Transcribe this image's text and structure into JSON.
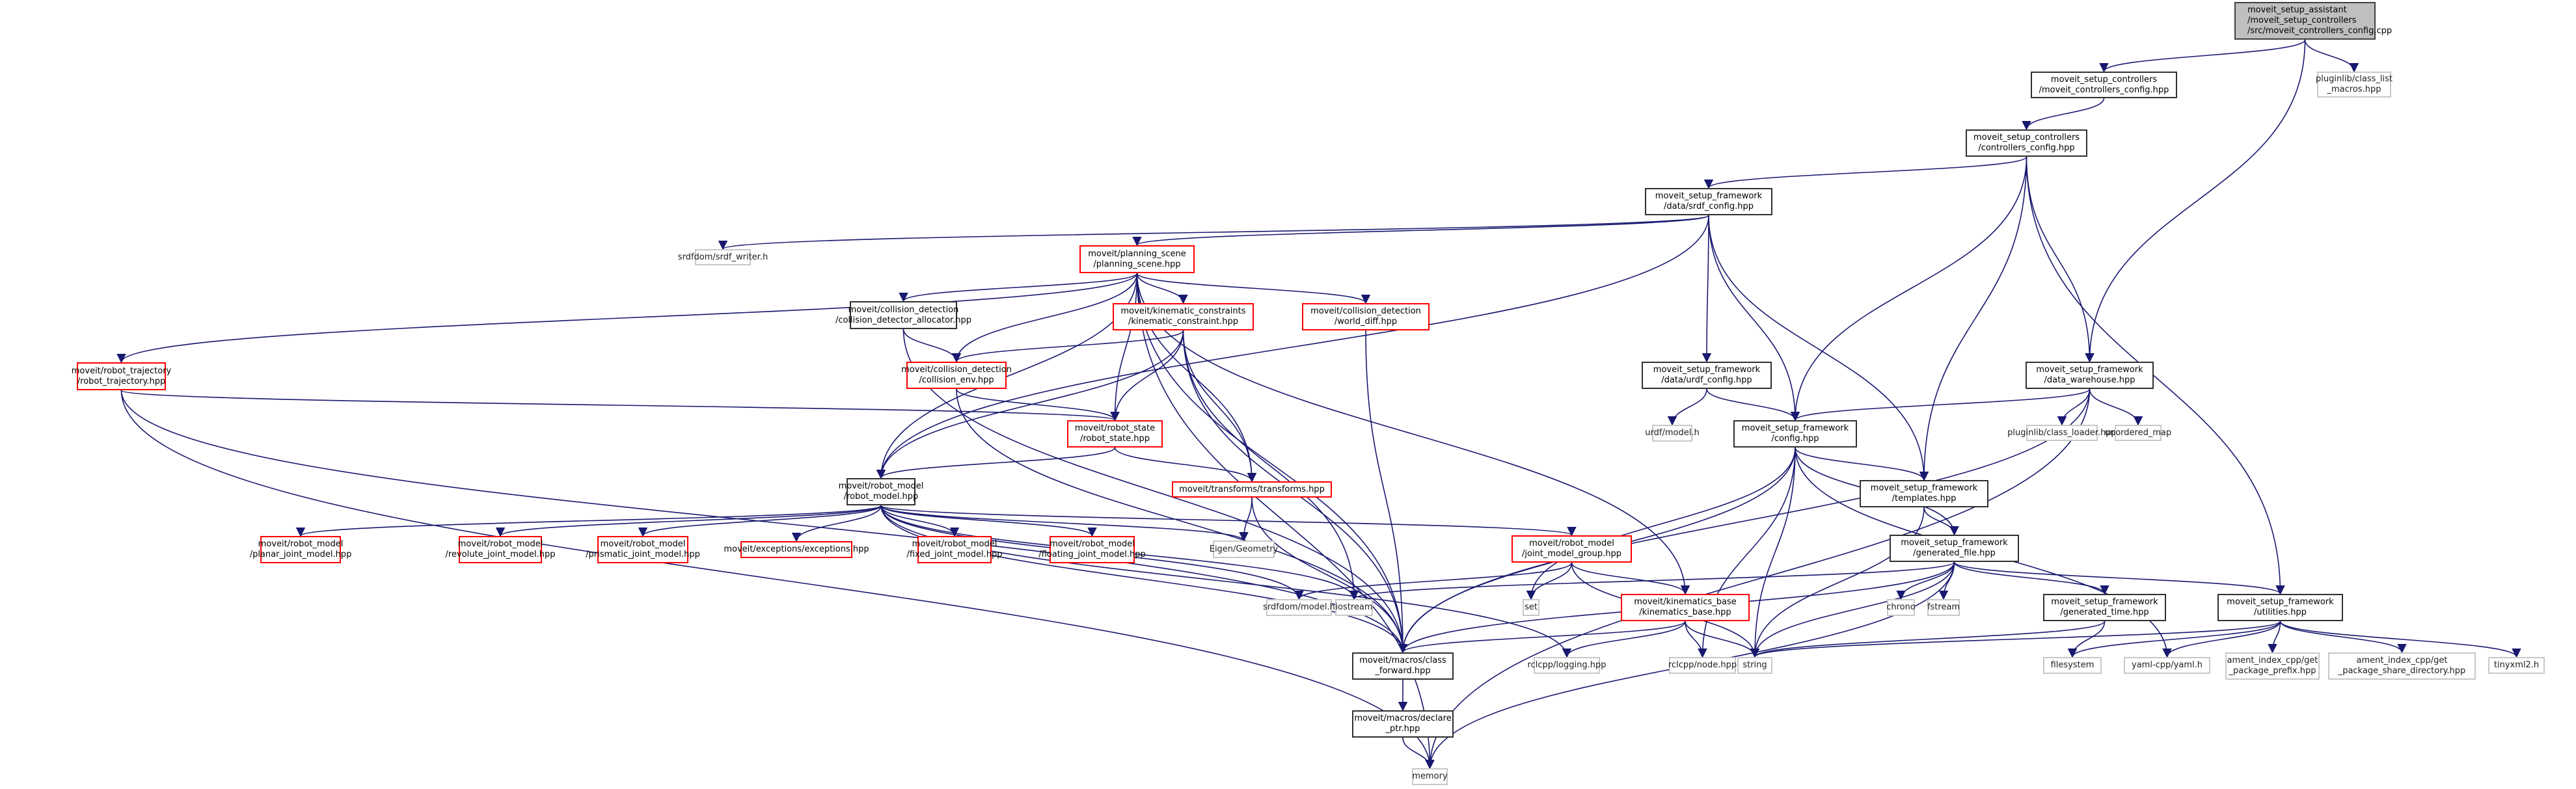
{
  "diagram": {
    "title": "moveit_setup_assistant/moveit_setup_controllers/src/moveit_controllers_config.cpp include dependency graph",
    "colors": {
      "edge": "#191970",
      "root_fill": "#bfbfbf",
      "doc_border": "#303030",
      "incomplete_border": "#ff0000",
      "external_border": "#c8c8c8"
    },
    "nodes": [
      {
        "id": "root",
        "kind": "root",
        "lines": [
          "moveit_setup_assistant",
          "/moveit_setup_controllers",
          "/src/moveit_controllers_config.cpp"
        ]
      },
      {
        "id": "mcc_hpp",
        "kind": "doc",
        "lines": [
          "moveit_setup_controllers",
          "/moveit_controllers_config.hpp"
        ]
      },
      {
        "id": "class_list_macros",
        "kind": "ext",
        "lines": [
          "pluginlib/class_list",
          "_macros.hpp"
        ]
      },
      {
        "id": "controllers_config",
        "kind": "doc",
        "lines": [
          "moveit_setup_controllers",
          "/controllers_config.hpp"
        ]
      },
      {
        "id": "srdf_config",
        "kind": "doc",
        "lines": [
          "moveit_setup_framework",
          "/data/srdf_config.hpp"
        ]
      },
      {
        "id": "srdf_writer",
        "kind": "ext",
        "lines": [
          "srdfdom/srdf_writer.h"
        ]
      },
      {
        "id": "planning_scene",
        "kind": "red",
        "lines": [
          "moveit/planning_scene",
          "/planning_scene.hpp"
        ]
      },
      {
        "id": "collision_detector_allocator",
        "kind": "doc",
        "lines": [
          "moveit/collision_detection",
          "/collision_detector_allocator.hpp"
        ]
      },
      {
        "id": "kinematic_constraint",
        "kind": "red",
        "lines": [
          "moveit/kinematic_constraints",
          "/kinematic_constraint.hpp"
        ]
      },
      {
        "id": "world_diff",
        "kind": "red",
        "lines": [
          "moveit/collision_detection",
          "/world_diff.hpp"
        ]
      },
      {
        "id": "robot_trajectory",
        "kind": "red",
        "lines": [
          "moveit/robot_trajectory",
          "/robot_trajectory.hpp"
        ]
      },
      {
        "id": "collision_env",
        "kind": "red",
        "lines": [
          "moveit/collision_detection",
          "/collision_env.hpp"
        ]
      },
      {
        "id": "robot_state",
        "kind": "red",
        "lines": [
          "moveit/robot_state",
          "/robot_state.hpp"
        ]
      },
      {
        "id": "transforms",
        "kind": "red",
        "lines": [
          "moveit/transforms/transforms.hpp"
        ]
      },
      {
        "id": "robot_model",
        "kind": "doc",
        "lines": [
          "moveit/robot_model",
          "/robot_model.hpp"
        ]
      },
      {
        "id": "urdf_config",
        "kind": "doc",
        "lines": [
          "moveit_setup_framework",
          "/data/urdf_config.hpp"
        ]
      },
      {
        "id": "urdf_model",
        "kind": "ext",
        "lines": [
          "urdf/model.h"
        ]
      },
      {
        "id": "config",
        "kind": "doc",
        "lines": [
          "moveit_setup_framework",
          "/config.hpp"
        ]
      },
      {
        "id": "data_warehouse",
        "kind": "doc",
        "lines": [
          "moveit_setup_framework",
          "/data_warehouse.hpp"
        ]
      },
      {
        "id": "class_loader",
        "kind": "ext",
        "lines": [
          "pluginlib/class_loader.hpp"
        ]
      },
      {
        "id": "unordered_map",
        "kind": "ext",
        "lines": [
          "unordered_map"
        ]
      },
      {
        "id": "templates",
        "kind": "doc",
        "lines": [
          "moveit_setup_framework",
          "/templates.hpp"
        ]
      },
      {
        "id": "planar_joint",
        "kind": "red",
        "lines": [
          "moveit/robot_model",
          "/planar_joint_model.hpp"
        ]
      },
      {
        "id": "revolute_joint",
        "kind": "red",
        "lines": [
          "moveit/robot_model",
          "/revolute_joint_model.hpp"
        ]
      },
      {
        "id": "prismatic_joint",
        "kind": "red",
        "lines": [
          "moveit/robot_model",
          "/prismatic_joint_model.hpp"
        ]
      },
      {
        "id": "exceptions",
        "kind": "red",
        "lines": [
          "moveit/exceptions/exceptions.hpp"
        ]
      },
      {
        "id": "fixed_joint",
        "kind": "red",
        "lines": [
          "moveit/robot_model",
          "/fixed_joint_model.hpp"
        ]
      },
      {
        "id": "floating_joint",
        "kind": "red",
        "lines": [
          "moveit/robot_model",
          "/floating_joint_model.hpp"
        ]
      },
      {
        "id": "eigen_geometry",
        "kind": "ext",
        "lines": [
          "Eigen/Geometry"
        ]
      },
      {
        "id": "joint_model_group",
        "kind": "red",
        "lines": [
          "moveit/robot_model",
          "/joint_model_group.hpp"
        ]
      },
      {
        "id": "generated_file",
        "kind": "doc",
        "lines": [
          "moveit_setup_framework",
          "/generated_file.hpp"
        ]
      },
      {
        "id": "srdfdom_model",
        "kind": "ext",
        "lines": [
          "srdfdom/model.h"
        ]
      },
      {
        "id": "iostream",
        "kind": "ext",
        "lines": [
          "iostream"
        ]
      },
      {
        "id": "set",
        "kind": "ext",
        "lines": [
          "set"
        ]
      },
      {
        "id": "kinematics_base",
        "kind": "red",
        "lines": [
          "moveit/kinematics_base",
          "/kinematics_base.hpp"
        ]
      },
      {
        "id": "chrono",
        "kind": "ext",
        "lines": [
          "chrono"
        ]
      },
      {
        "id": "fstream",
        "kind": "ext",
        "lines": [
          "fstream"
        ]
      },
      {
        "id": "generated_time",
        "kind": "doc",
        "lines": [
          "moveit_setup_framework",
          "/generated_time.hpp"
        ]
      },
      {
        "id": "utilities",
        "kind": "doc",
        "lines": [
          "moveit_setup_framework",
          "/utilities.hpp"
        ]
      },
      {
        "id": "class_forward",
        "kind": "doc",
        "lines": [
          "moveit/macros/class",
          "_forward.hpp"
        ]
      },
      {
        "id": "rclcpp_logging",
        "kind": "ext",
        "lines": [
          "rclcpp/logging.hpp"
        ]
      },
      {
        "id": "rclcpp_node",
        "kind": "ext",
        "lines": [
          "rclcpp/node.hpp"
        ]
      },
      {
        "id": "string",
        "kind": "ext",
        "lines": [
          "string"
        ]
      },
      {
        "id": "filesystem",
        "kind": "ext",
        "lines": [
          "filesystem"
        ]
      },
      {
        "id": "yaml",
        "kind": "ext",
        "lines": [
          "yaml-cpp/yaml.h"
        ]
      },
      {
        "id": "ament_prefix",
        "kind": "ext",
        "lines": [
          "ament_index_cpp/get",
          "_package_prefix.hpp"
        ]
      },
      {
        "id": "ament_share",
        "kind": "ext",
        "lines": [
          "ament_index_cpp/get",
          "_package_share_directory.hpp"
        ]
      },
      {
        "id": "tinyxml2",
        "kind": "ext",
        "lines": [
          "tinyxml2.h"
        ]
      },
      {
        "id": "declare_ptr",
        "kind": "doc",
        "lines": [
          "moveit/macros/declare",
          "_ptr.hpp"
        ]
      },
      {
        "id": "memory",
        "kind": "ext",
        "lines": [
          "memory"
        ]
      }
    ],
    "edges": [
      [
        "root",
        "mcc_hpp"
      ],
      [
        "root",
        "class_list_macros"
      ],
      [
        "root",
        "data_warehouse"
      ],
      [
        "mcc_hpp",
        "controllers_config"
      ],
      [
        "controllers_config",
        "srdf_config"
      ],
      [
        "controllers_config",
        "config"
      ],
      [
        "controllers_config",
        "templates"
      ],
      [
        "controllers_config",
        "data_warehouse"
      ],
      [
        "controllers_config",
        "utilities"
      ],
      [
        "srdf_config",
        "srdf_writer"
      ],
      [
        "srdf_config",
        "planning_scene"
      ],
      [
        "srdf_config",
        "robot_model"
      ],
      [
        "srdf_config",
        "urdf_config"
      ],
      [
        "srdf_config",
        "config"
      ],
      [
        "srdf_config",
        "templates"
      ],
      [
        "planning_scene",
        "robot_trajectory"
      ],
      [
        "planning_scene",
        "collision_detector_allocator"
      ],
      [
        "planning_scene",
        "kinematic_constraint"
      ],
      [
        "planning_scene",
        "world_diff"
      ],
      [
        "planning_scene",
        "collision_env"
      ],
      [
        "planning_scene",
        "robot_state"
      ],
      [
        "planning_scene",
        "transforms"
      ],
      [
        "planning_scene",
        "robot_model"
      ],
      [
        "planning_scene",
        "kinematics_base"
      ],
      [
        "planning_scene",
        "class_forward"
      ],
      [
        "planning_scene",
        "memory"
      ],
      [
        "collision_detector_allocator",
        "collision_env"
      ],
      [
        "collision_detector_allocator",
        "class_forward"
      ],
      [
        "kinematic_constraint",
        "collision_env"
      ],
      [
        "kinematic_constraint",
        "robot_state"
      ],
      [
        "kinematic_constraint",
        "transforms"
      ],
      [
        "kinematic_constraint",
        "robot_model"
      ],
      [
        "kinematic_constraint",
        "iostream"
      ],
      [
        "kinematic_constraint",
        "class_forward"
      ],
      [
        "world_diff",
        "class_forward"
      ],
      [
        "robot_trajectory",
        "robot_state"
      ],
      [
        "robot_trajectory",
        "class_forward"
      ],
      [
        "robot_trajectory",
        "memory"
      ],
      [
        "collision_env",
        "robot_state"
      ],
      [
        "collision_env",
        "class_forward"
      ],
      [
        "robot_state",
        "robot_model"
      ],
      [
        "robot_state",
        "transforms"
      ],
      [
        "transforms",
        "eigen_geometry"
      ],
      [
        "transforms",
        "class_forward"
      ],
      [
        "robot_model",
        "planar_joint"
      ],
      [
        "robot_model",
        "revolute_joint"
      ],
      [
        "robot_model",
        "prismatic_joint"
      ],
      [
        "robot_model",
        "exceptions"
      ],
      [
        "robot_model",
        "fixed_joint"
      ],
      [
        "robot_model",
        "floating_joint"
      ],
      [
        "robot_model",
        "eigen_geometry"
      ],
      [
        "robot_model",
        "joint_model_group"
      ],
      [
        "robot_model",
        "srdfdom_model"
      ],
      [
        "robot_model",
        "iostream"
      ],
      [
        "robot_model",
        "class_forward"
      ],
      [
        "robot_model",
        "rclcpp_logging"
      ],
      [
        "urdf_config",
        "urdf_model"
      ],
      [
        "urdf_config",
        "config"
      ],
      [
        "data_warehouse",
        "config"
      ],
      [
        "data_warehouse",
        "class_loader"
      ],
      [
        "data_warehouse",
        "unordered_map"
      ],
      [
        "data_warehouse",
        "memory"
      ],
      [
        "data_warehouse",
        "class_forward"
      ],
      [
        "config",
        "templates"
      ],
      [
        "config",
        "generated_file"
      ],
      [
        "config",
        "class_forward"
      ],
      [
        "config",
        "set"
      ],
      [
        "config",
        "string"
      ],
      [
        "config",
        "rclcpp_node"
      ],
      [
        "config",
        "yaml"
      ],
      [
        "templates",
        "generated_file"
      ],
      [
        "templates",
        "string"
      ],
      [
        "joint_model_group",
        "kinematics_base"
      ],
      [
        "joint_model_group",
        "srdfdom_model"
      ],
      [
        "joint_model_group",
        "set"
      ],
      [
        "joint_model_group",
        "string"
      ],
      [
        "generated_file",
        "chrono"
      ],
      [
        "generated_file",
        "fstream"
      ],
      [
        "generated_file",
        "generated_time"
      ],
      [
        "generated_file",
        "utilities"
      ],
      [
        "generated_file",
        "iostream"
      ],
      [
        "generated_file",
        "class_forward"
      ],
      [
        "generated_file",
        "string"
      ],
      [
        "generated_file",
        "memory"
      ],
      [
        "kinematics_base",
        "class_forward"
      ],
      [
        "kinematics_base",
        "rclcpp_logging"
      ],
      [
        "kinematics_base",
        "rclcpp_node"
      ],
      [
        "kinematics_base",
        "string"
      ],
      [
        "generated_time",
        "filesystem"
      ],
      [
        "generated_time",
        "string"
      ],
      [
        "utilities",
        "filesystem"
      ],
      [
        "utilities",
        "yaml"
      ],
      [
        "utilities",
        "ament_prefix"
      ],
      [
        "utilities",
        "ament_share"
      ],
      [
        "utilities",
        "tinyxml2"
      ],
      [
        "utilities",
        "string"
      ],
      [
        "class_forward",
        "declare_ptr"
      ],
      [
        "declare_ptr",
        "memory"
      ]
    ]
  }
}
